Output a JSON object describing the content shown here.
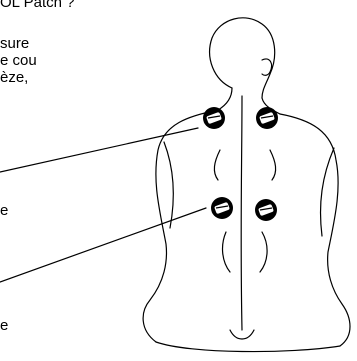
{
  "title_text": "OL Patch ?",
  "paragraph_lines": [
    "sure",
    "e cou",
    "èze,"
  ],
  "left_labels": [
    "e",
    "e"
  ],
  "icons": {
    "figure": "seated-back-figure",
    "patch": "round-patch-icon"
  },
  "colors": {
    "stroke": "#000000",
    "background": "#ffffff"
  }
}
